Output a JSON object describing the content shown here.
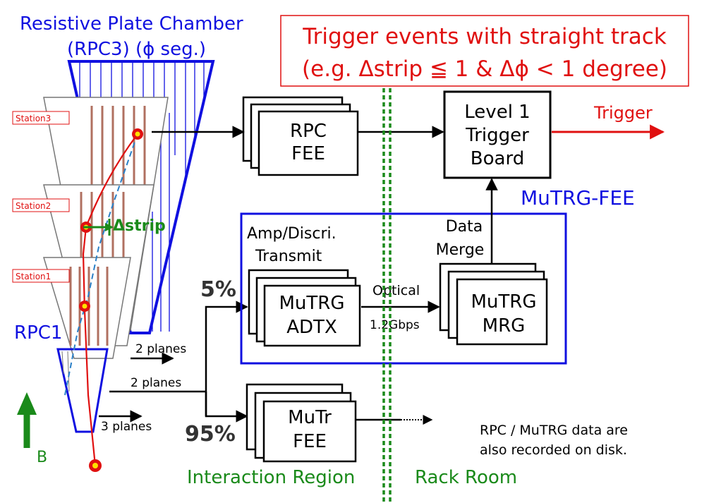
{
  "header": {
    "chamber_title_line1": "Resistive Plate Chamber",
    "chamber_title_line2": "(RPC3) (ϕ seg.)",
    "trigger_note_line1": "Trigger events with straight track",
    "trigger_note_line2": "(e.g. Δstrip ≦ 1 & Δϕ < 1 degree)"
  },
  "stations": [
    "Station3",
    "Station2",
    "Station1"
  ],
  "labels": {
    "delta_strip": "Δstrip",
    "rpc1": "RPC1",
    "b_field": "B",
    "planes_top": "2 planes",
    "planes_mid": "2 planes",
    "planes_bot": "3 planes",
    "pct_5": "5%",
    "pct_95": "95%",
    "amp_line1": "Amp/Discri.",
    "amp_line2": "Transmit",
    "data_merge_line1": "Data",
    "data_merge_line2": "Merge",
    "optical_line1": "Optical",
    "optical_line2": "1.2Gbps",
    "mutrg_fee": "MuTRG-FEE",
    "trigger_out": "Trigger",
    "disk_note_line1": "RPC / MuTRG data are",
    "disk_note_line2": "also recorded on disk.",
    "interaction_region": "Interaction Region",
    "rack_room": "Rack Room"
  },
  "boxes": {
    "rpc_fee": [
      "RPC",
      "FEE"
    ],
    "level1": [
      "Level 1",
      "Trigger",
      "Board"
    ],
    "adtx": [
      "MuTRG",
      "ADTX"
    ],
    "mrg": [
      "MuTRG",
      "MRG"
    ],
    "mutr_fee": [
      "MuTr",
      "FEE"
    ]
  },
  "colors": {
    "blue": "#1010e0",
    "red": "#e01010",
    "green": "#1a8a1a",
    "strip": "#b07060"
  }
}
